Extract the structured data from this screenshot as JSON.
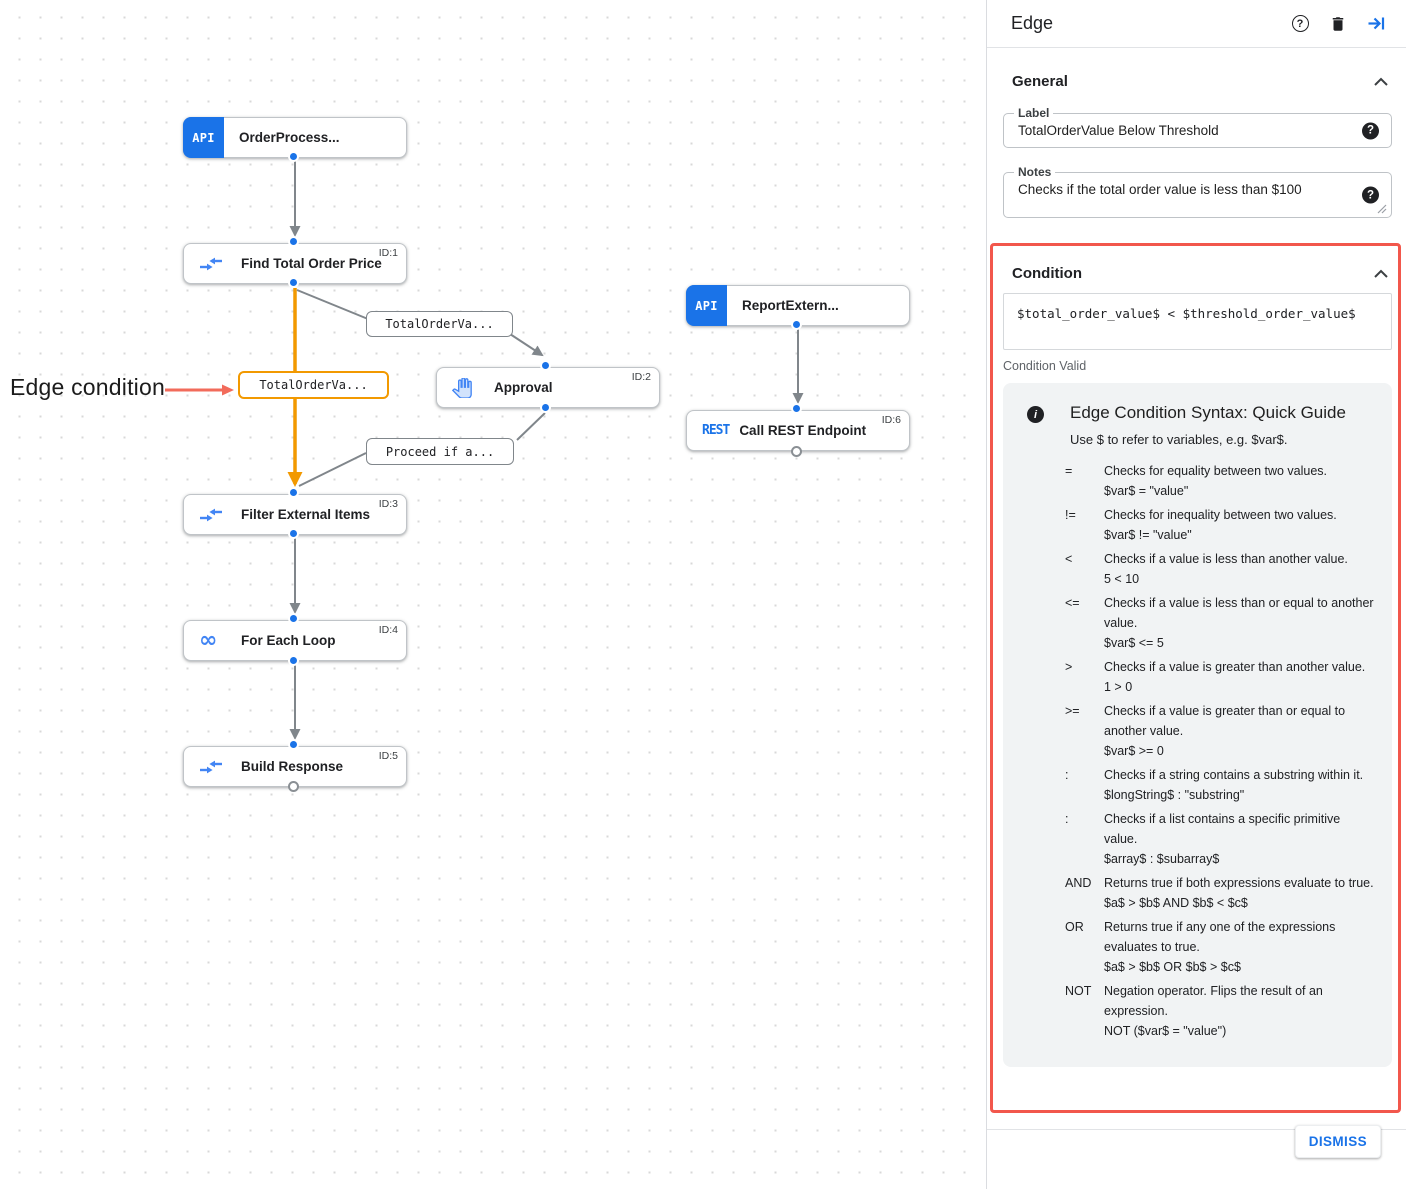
{
  "colors": {
    "accent_blue": "#1a73e8",
    "icon_blue": "#4285f4",
    "edge_gray": "#80868b",
    "condition_orange": "#f29900",
    "annotation_red": "#f2574c",
    "guide_bg": "#f1f3f4"
  },
  "canvas": {
    "annotation": {
      "text": "Edge condition"
    },
    "api_logo": "API",
    "rest_logo": "REST",
    "loop_glyph": "∞",
    "nodes": [
      {
        "icon": "api",
        "label": "OrderProcess...",
        "badge": ""
      },
      {
        "icon": "data-mapping",
        "label": "Find Total Order Price",
        "badge": "ID:1"
      },
      {
        "icon": "approval-hand",
        "label": "Approval",
        "badge": "ID:2"
      },
      {
        "icon": "api",
        "label": "ReportExtern...",
        "badge": ""
      },
      {
        "icon": "rest",
        "label": "Call REST Endpoint",
        "badge": "ID:6"
      },
      {
        "icon": "data-mapping",
        "label": "Filter External Items",
        "badge": "ID:3"
      },
      {
        "icon": "loop",
        "label": "For Each Loop",
        "badge": "ID:4"
      },
      {
        "icon": "data-mapping",
        "label": "Build Response",
        "badge": "ID:5"
      }
    ],
    "edge_labels": [
      {
        "text": "TotalOrderVa...",
        "highlighted": false
      },
      {
        "text": "TotalOrderVa...",
        "highlighted": true
      },
      {
        "text": "Proceed if a...",
        "highlighted": false
      }
    ]
  },
  "panel": {
    "title": "Edge",
    "general": {
      "heading": "General",
      "label_field": {
        "label": "Label",
        "value": "TotalOrderValue Below Threshold"
      },
      "notes_field": {
        "label": "Notes",
        "value": "Checks if the total order value is less than $100"
      }
    },
    "condition": {
      "heading": "Condition",
      "expression": "$total_order_value$ < $threshold_order_value$",
      "status": "Condition Valid",
      "guide": {
        "title": "Edge Condition Syntax: Quick Guide",
        "subtitle": "Use $ to refer to variables, e.g. $var$.",
        "rows": [
          {
            "op": "=",
            "desc": "Checks for equality between two values.",
            "example": "$var$ = \"value\""
          },
          {
            "op": "!=",
            "desc": "Checks for inequality between two values.",
            "example": "$var$ != \"value\""
          },
          {
            "op": "<",
            "desc": "Checks if a value is less than another value.",
            "example": "5 < 10"
          },
          {
            "op": "<=",
            "desc": "Checks if a value is less than or equal to another value.",
            "example": "$var$ <= 5"
          },
          {
            "op": ">",
            "desc": "Checks if a value is greater than another value.",
            "example": "1 > 0"
          },
          {
            "op": ">=",
            "desc": "Checks if a value is greater than or equal to another value.",
            "example": "$var$ >= 0"
          },
          {
            "op": ":",
            "desc": "Checks if a string contains a substring within it.",
            "example": "$longString$ : \"substring\""
          },
          {
            "op": ":",
            "desc": "Checks if a list contains a specific primitive value.",
            "example": "$array$ : $subarray$"
          },
          {
            "op": "AND",
            "desc": "Returns true if both expressions evaluate to true.",
            "example": "$a$ > $b$ AND $b$ < $c$"
          },
          {
            "op": "OR",
            "desc": "Returns true if any one of the expressions evaluates to true.",
            "example": "$a$ > $b$ OR $b$ > $c$"
          },
          {
            "op": "NOT",
            "desc": "Negation operator. Flips the result of an expression.",
            "example": "NOT ($var$ = \"value\")"
          }
        ]
      }
    },
    "footer": {
      "dismiss_label": "DISMISS"
    }
  }
}
